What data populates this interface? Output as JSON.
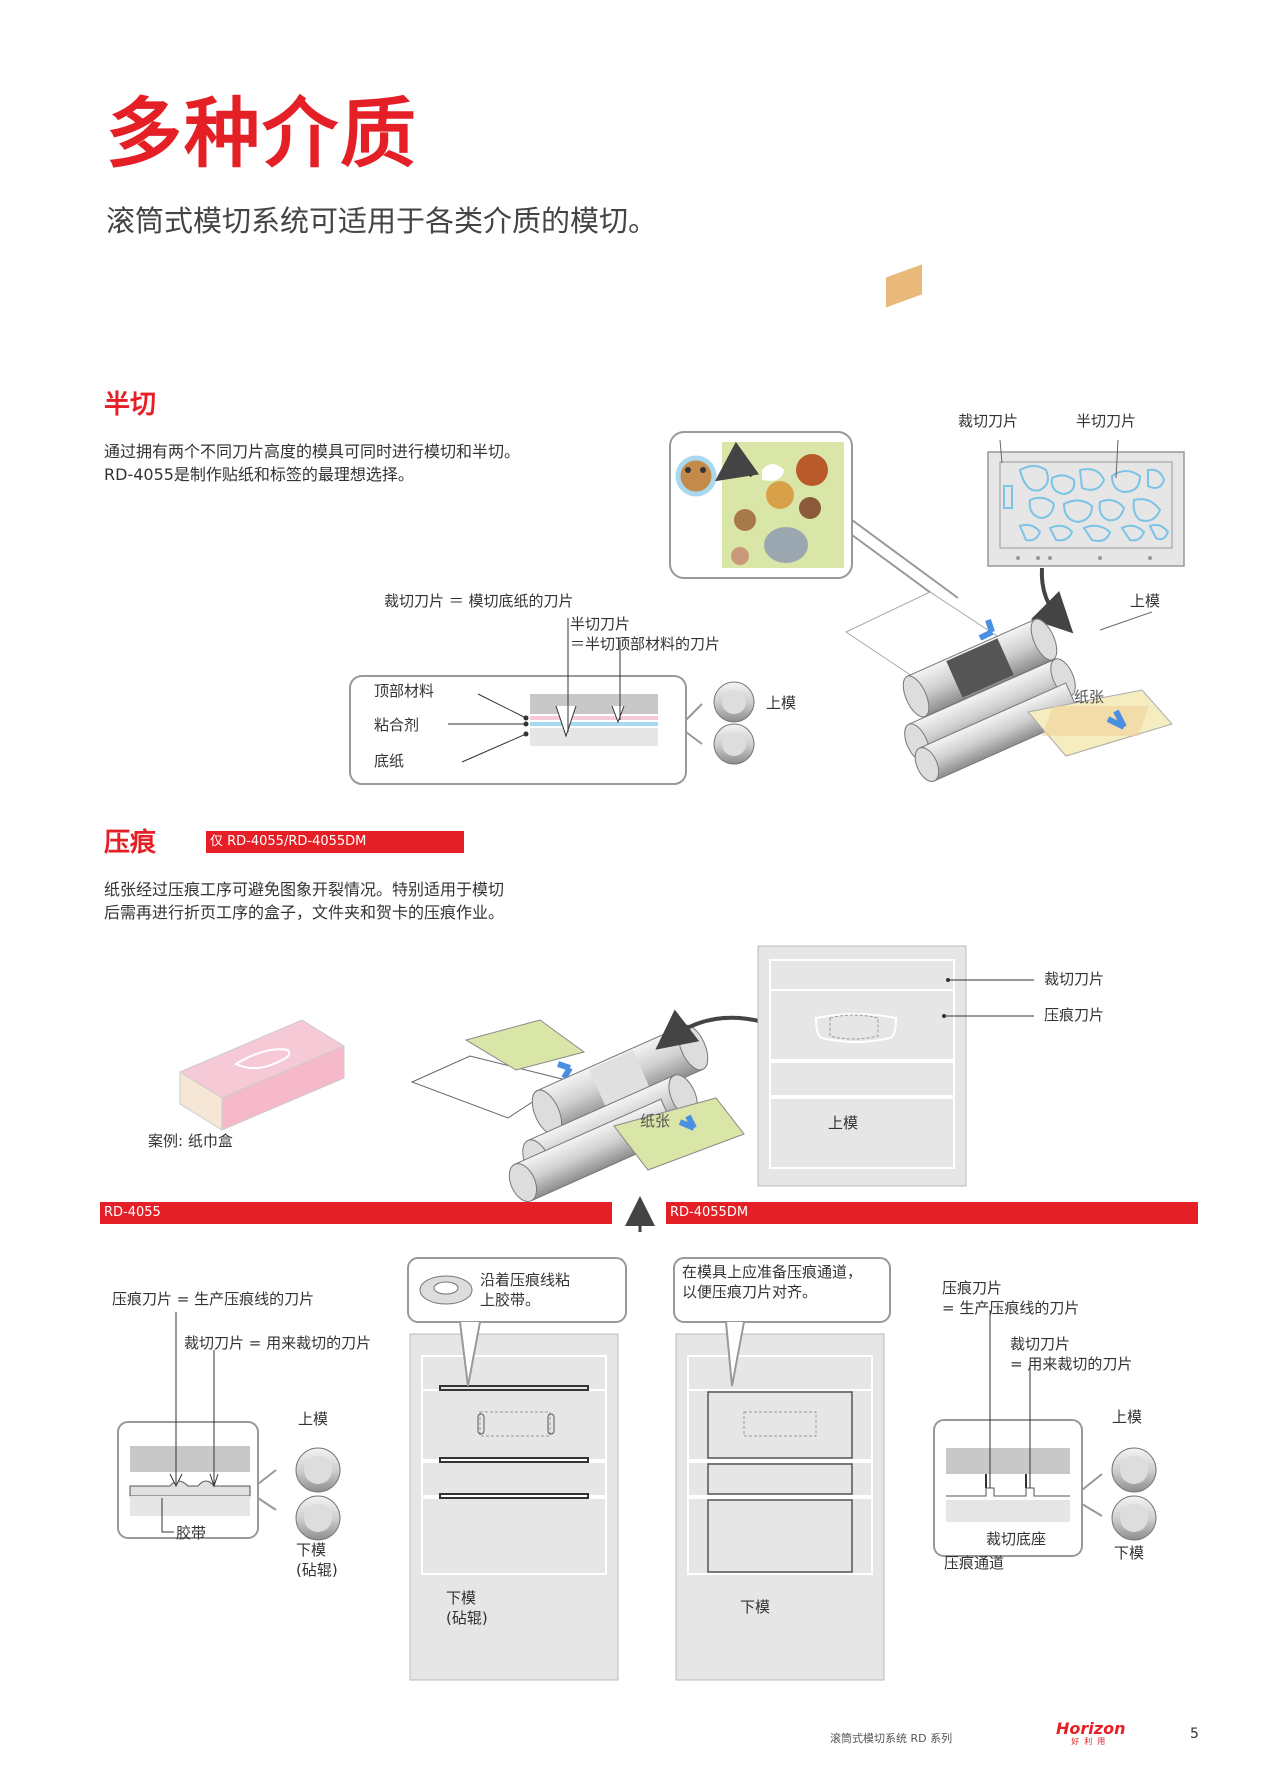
{
  "page": {
    "title": "多种介质",
    "subtitle": "滚筒式模切系统可适用于各类介质的模切。"
  },
  "half_cut": {
    "heading": "半切",
    "desc_line1": "通过拥有两个不同刀片高度的模具可同时进行模切和半切。",
    "desc_line2": "RD-4055是制作贴纸和标签的最理想选择。",
    "label_cut_blade_top": "裁切刀片",
    "label_half_blade_top": "半切刀片",
    "label_cut_blade_def": "裁切刀片 ＝ 模切底纸的刀片",
    "label_half_blade": "半切刀片",
    "label_half_blade_def": "＝半切顶部材料的刀片",
    "label_top_material": "顶部材料",
    "label_adhesive": "粘合剂",
    "label_backing": "底纸",
    "label_upper_die_small": "上模",
    "label_upper_die": "上模",
    "label_paper": "纸张"
  },
  "crease": {
    "heading": "压痕",
    "badge": "仅 RD-4055/RD-4055DM",
    "desc_line1": "纸张经过压痕工序可避免图象开裂情况。特别适用于模切",
    "desc_line2": "后需再进行折页工序的盒子，文件夹和贺卡的压痕作业。",
    "example_label": "案例: 纸巾盒",
    "label_paper": "纸张",
    "label_cut_blade": "裁切刀片",
    "label_crease_blade": "压痕刀片",
    "label_upper_die": "上模"
  },
  "rd4055": {
    "bar": "RD-4055",
    "crease_def": "压痕刀片 = 生产压痕线的刀片",
    "cut_def": "裁切刀片 = 用来裁切的刀片",
    "upper": "上模",
    "lower": "下模",
    "lower_note": "(砧辊)",
    "tape": "胶带",
    "callout_line1": "沿着压痕线粘",
    "callout_line2": "上胶带。",
    "board_lower": "下模",
    "board_lower_note": "(砧辊)"
  },
  "rd4055dm": {
    "bar": "RD-4055DM",
    "callout_line1": "在模具上应准备压痕通道，",
    "callout_line2": "以便压痕刀片对齐。",
    "board_lower": "下模",
    "crease_blade": "压痕刀片",
    "crease_blade_def": "= 生产压痕线的刀片",
    "cut_blade": "裁切刀片",
    "cut_blade_def": "= 用来裁切的刀片",
    "upper": "上模",
    "cut_base": "裁切底座",
    "crease_channel": "压痕通道",
    "lower": "下模"
  },
  "footer": {
    "series": "滚筒式模切系统 RD 系列",
    "logo": "Horizon",
    "logo_sub": "好利用",
    "page_number": "5"
  },
  "colors": {
    "accent": "#e41f25",
    "gray_board": "#e6e6e6",
    "sticker_green": "#d9e6a8",
    "box_pink": "#f6c9d6",
    "cyan_cut": "#a9d9ee"
  }
}
